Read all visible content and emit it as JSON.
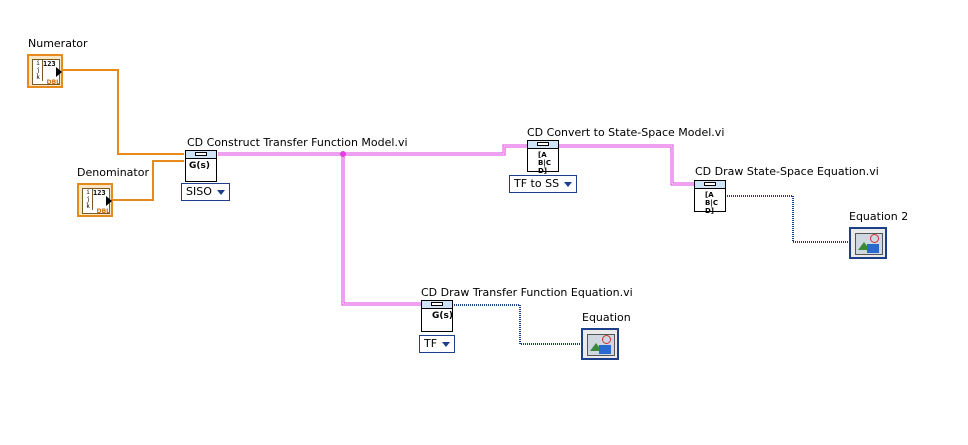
{
  "labels": {
    "numerator": "Numerator",
    "denominator": "Denominator",
    "construct": "CD Construct Transfer Function Model.vi",
    "convert": "CD Convert to State-Space Model.vi",
    "draw_ss": "CD Draw State-Space Equation.vi",
    "draw_tf": "CD Draw Transfer Function Equation.vi",
    "equation": "Equation",
    "equation2": "Equation 2"
  },
  "controls": {
    "num_type": "123",
    "dbl": "DBL",
    "ijk": "i j k"
  },
  "glyphs": {
    "construct": "G(s)",
    "convert": "[A B|C D]",
    "draw_ss": "[A B|C D]",
    "draw_tf": "G(s)"
  },
  "rings": {
    "siso": "SISO",
    "tf_to_ss": "TF to SS",
    "tf": "TF"
  },
  "colors": {
    "numeric_wire": "#e88a1a",
    "model_wire": "#e040e0",
    "picture_wire": "#1d3f8a"
  }
}
